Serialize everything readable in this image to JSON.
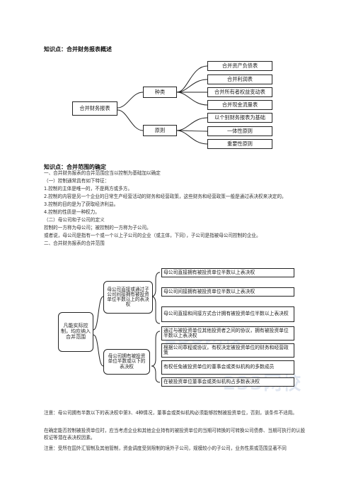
{
  "section1": {
    "heading": "知识点：合并财务报表概述",
    "diagram": {
      "root": "合并财务报表",
      "branch1": "种类",
      "branch2": "原则",
      "kinds": [
        "合并资产负债表",
        "合并利润表",
        "合并所有者权益变动表",
        "合并现金流量表"
      ],
      "principles": [
        "以个别财务报表为基础",
        "一体性原则",
        "重要性原则"
      ]
    }
  },
  "section2": {
    "heading": "知识点：合并范围的确定",
    "lines": [
      "一、合并财务报表的合并范围应当以控制为基础加以确定",
      "（一）控制通常具有如下特征：",
      "1.控制的主体是唯一的，不是两方或多方。",
      "2.控制的内容是另一个企业的日常生产经营活动的财务和经营政策，这些财务和经营政策一般是通过表决权来决定的。",
      "3.控制的目的是为了获取经济利益。",
      "4.控制的性质是一种权力。",
      "（二）母公司和子公司的定义",
      "控制的一方称为母公司；被控制的一方称为子公司。",
      "或者说，母公司是指有一个或一个以上子公司的企业（或主体，下同），子公司是指被母公司控制的企业。",
      "二、合并财务报表的合并范围"
    ],
    "diagram": {
      "root": "凡能实际控制，均应纳入合并范围",
      "mid1": "母公司直接或通过子公司间接拥有被投资单位半数以上的表决权",
      "mid2": "母公司拥有被投资单位半数或以下的表决权",
      "right1": [
        "母公司直接拥有被投资单位半数以上表决权",
        "母公司间接拥有被投资单位半数以上表决权",
        "母公司直接和间接方式合计拥有被投资单位半数以上表决权"
      ],
      "right2": [
        "通过与被投资单位其他投资者之间的协议，拥有被投资单位半数以上表决权",
        "根据公司章程或协议，有权决定被投资单位的财务和经营政策",
        "有权任免被投资单位的董事会或类似机构的多数成员",
        "在被投资单位董事会或类似机构占多数表决权"
      ]
    },
    "notes": [
      "注意：母公司拥有半数以下的表决权中第3、4种情况，董事会或类似机构必须能够控制被投资单位，否则，该条件不适用。",
      "在确定能否控制被投资单位时，应当考虑企业和其他企业持有的被投资单位的当期可转换的可转换公司债券、当期可执行的认股权证等潜在表决权因素。",
      "注意：受所在国外汇管制及其他管制，资金调度受到限制的境外子公司，规模较小的子公司，业务性质或范围显著不同"
    ],
    "watermark": "233网校"
  }
}
